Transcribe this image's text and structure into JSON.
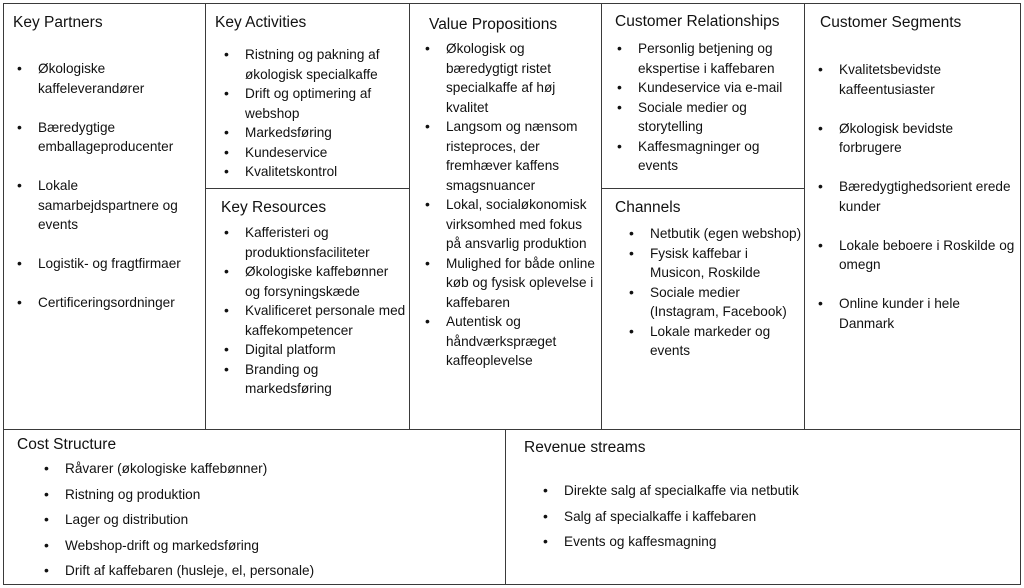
{
  "key_partners": {
    "title": "Key Partners",
    "items": [
      "Økologiske kaffeleverandører",
      "Bæredygtige emballageproducenter",
      "Lokale samarbejdspartnere og events",
      "Logistik- og fragtfirmaer",
      "Certificeringsordninger"
    ]
  },
  "key_activities": {
    "title": "Key Activities",
    "items": [
      "Ristning og pakning af økologisk specialkaffe",
      "Drift og optimering af webshop",
      "Markedsføring",
      "Kundeservice",
      "Kvalitetskontrol"
    ]
  },
  "key_resources": {
    "title": "Key Resources",
    "items": [
      "Kafferisteri og produktionsfaciliteter",
      "Økologiske kaffebønner og forsyningskæde",
      "Kvalificeret personale med kaffekompetencer",
      "Digital platform",
      "Branding og markedsføring"
    ]
  },
  "value_propositions": {
    "title": "Value Propositions",
    "items": [
      "Økologisk og bæredygtigt ristet specialkaffe af høj kvalitet",
      "Langsom og nænsom risteproces, der fremhæver kaffens smagsnuancer",
      "Lokal, socialøkonomisk virksomhed med fokus på ansvarlig produktion",
      "Mulighed for både online køb og fysisk oplevelse i kaffebaren",
      "Autentisk og håndværkspræget kaffeoplevelse"
    ]
  },
  "customer_relationships": {
    "title": "Customer Relationships",
    "items": [
      "Personlig betjening og ekspertise i kaffebaren",
      "Kundeservice via e-mail",
      "Sociale medier og storytelling",
      "Kaffesmagninger og events"
    ]
  },
  "channels": {
    "title": "Channels",
    "items": [
      "Netbutik (egen webshop)",
      "Fysisk kaffebar i Musicon, Roskilde",
      "Sociale medier (Instagram, Facebook)",
      "Lokale markeder og events"
    ]
  },
  "customer_segments": {
    "title": "Customer Segments",
    "items": [
      "Kvalitetsbevidste kaffeentusiaster",
      "Økologisk bevidste forbrugere",
      "Bæredygtighedsorient erede kunder",
      "Lokale beboere i Roskilde og omegn",
      "Online kunder i hele Danmark"
    ]
  },
  "cost_structure": {
    "title": "Cost Structure",
    "items": [
      "Råvarer (økologiske kaffebønner)",
      "Ristning og produktion",
      "Lager og distribution",
      "Webshop-drift og markedsføring",
      "Drift af kaffebaren (husleje, el, personale)"
    ]
  },
  "revenue_streams": {
    "title": "Revenue streams",
    "items": [
      "Direkte salg af specialkaffe via netbutik",
      "Salg af specialkaffe i kaffebaren",
      "Events og kaffesmagning"
    ]
  }
}
